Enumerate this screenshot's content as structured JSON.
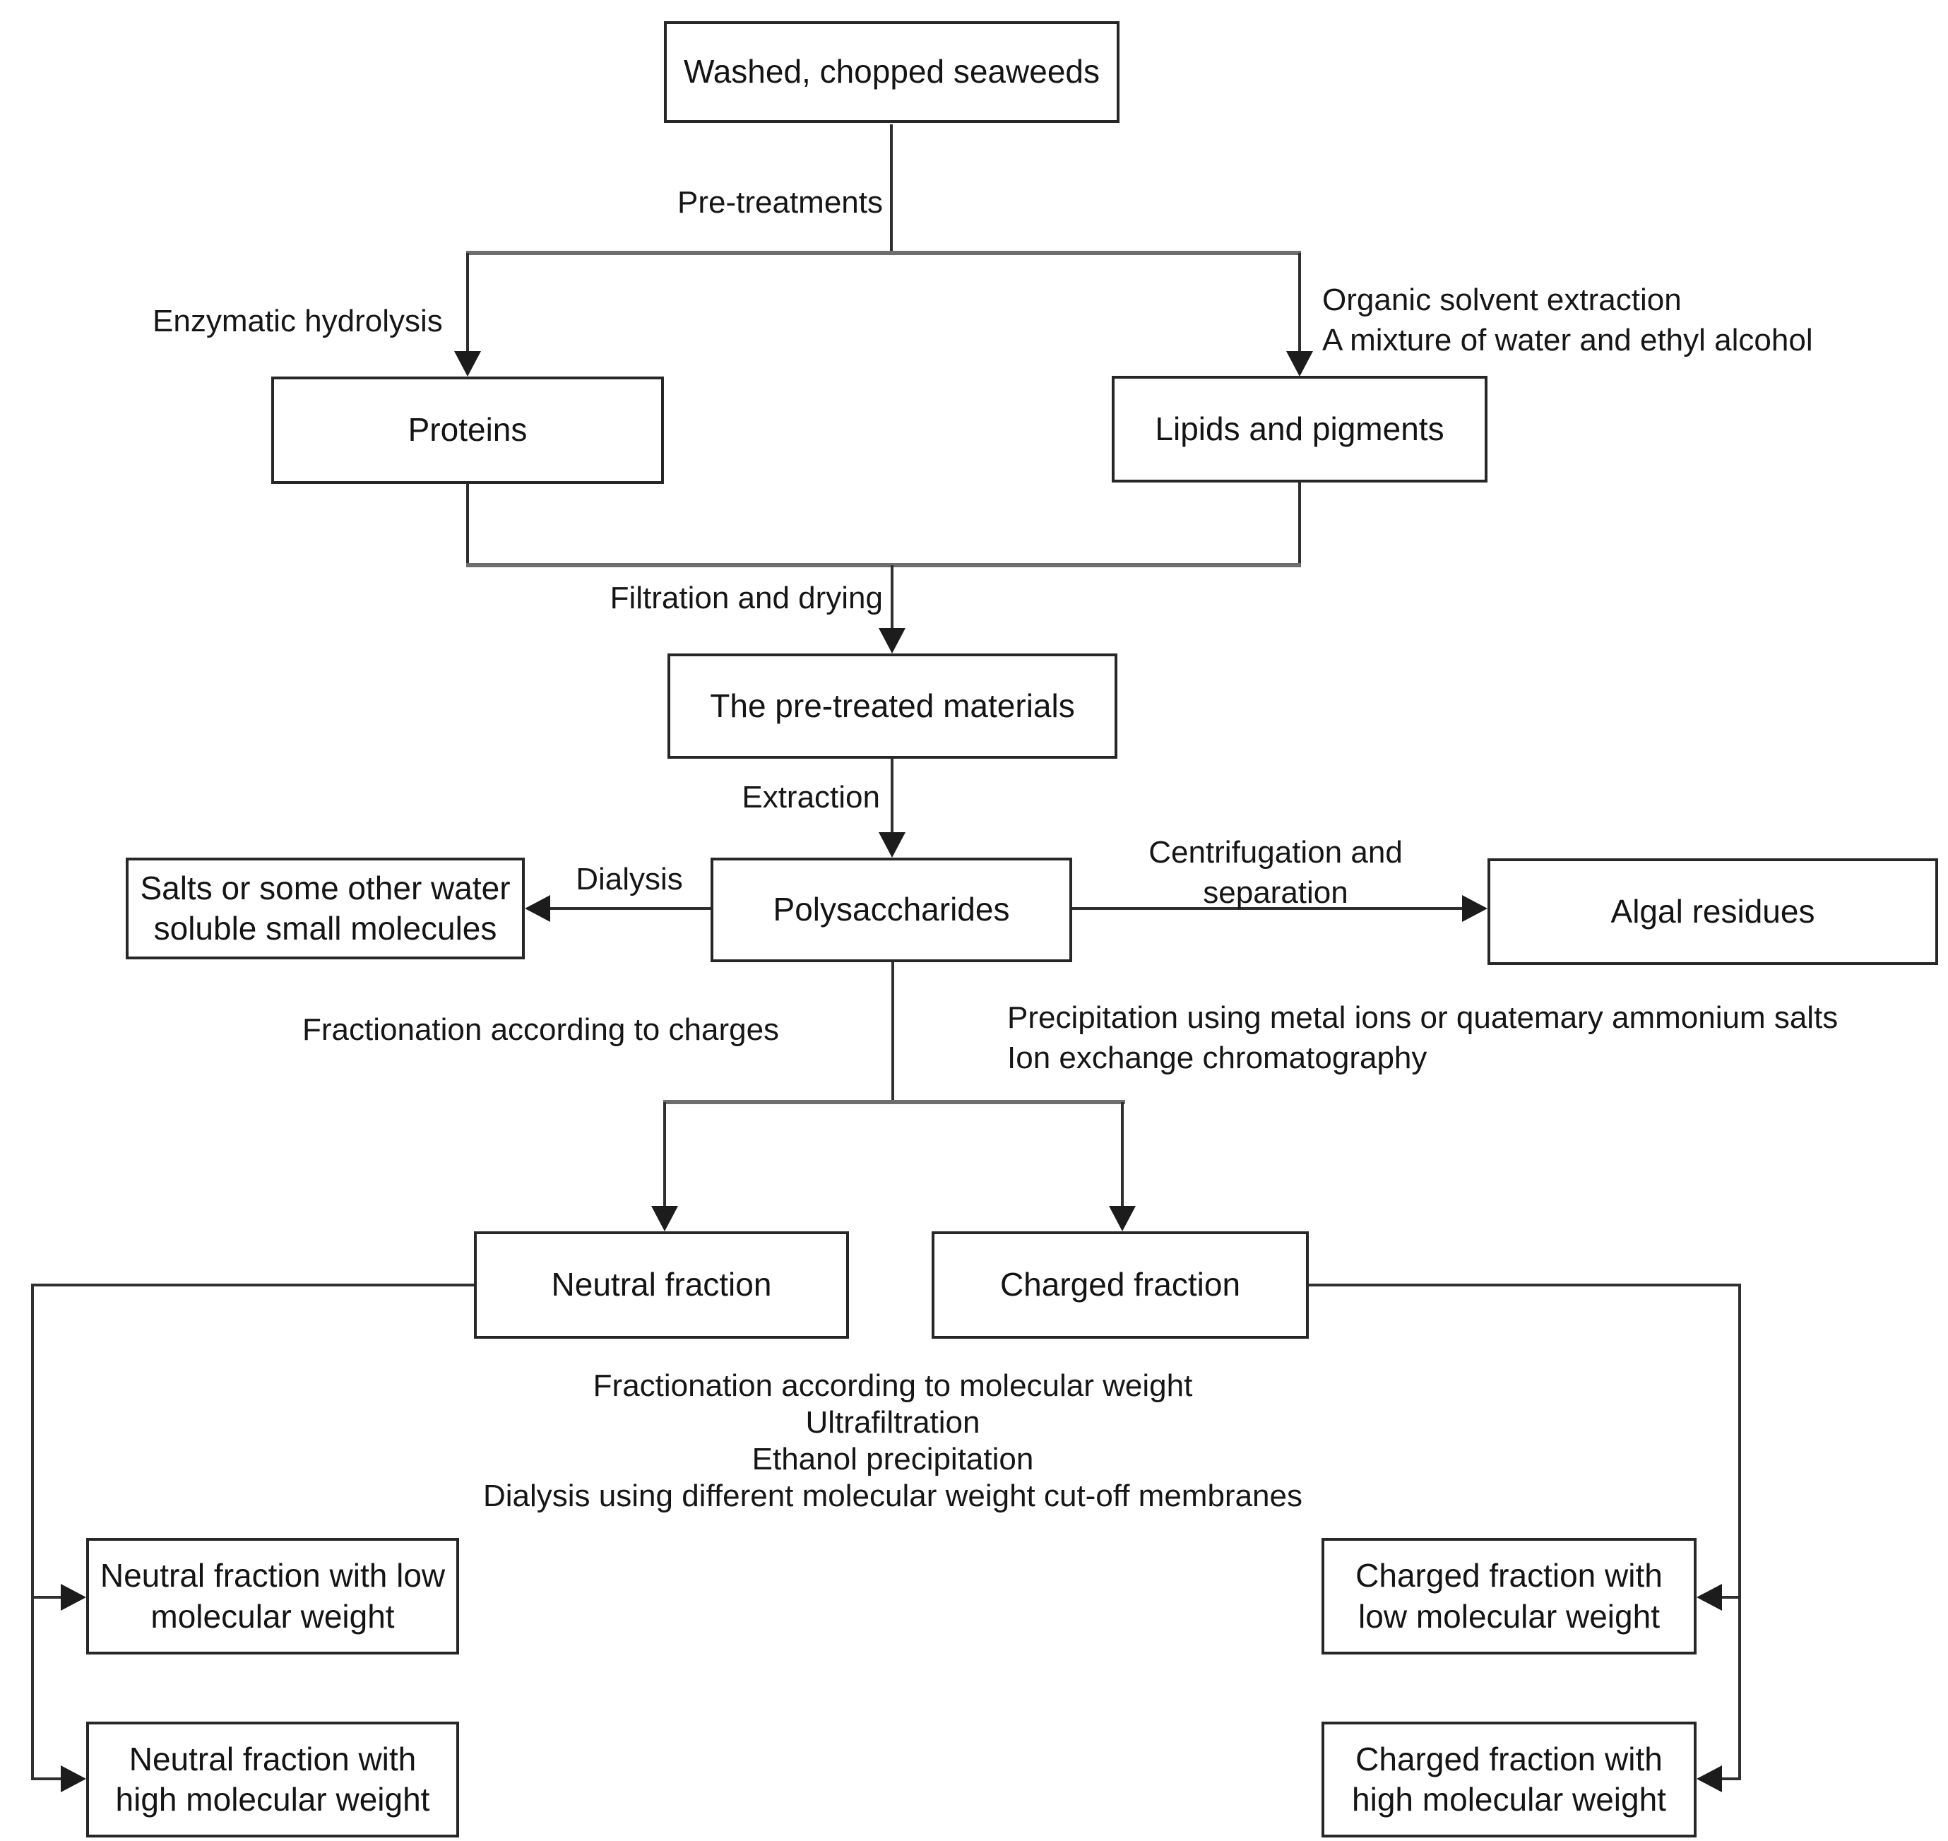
{
  "diagram": {
    "title": "Seaweed polysaccharide extraction and fractionation flowchart",
    "colors": {
      "line": "#2f2f2f",
      "text": "#161616",
      "background": "#ffffff",
      "box_border": "#272727"
    },
    "nodes": {
      "washed": "Washed, chopped seaweeds",
      "proteins": "Proteins",
      "lipids": "Lipids and pigments",
      "pretreated": "The pre-treated materials",
      "salts": "Salts or some other water soluble small molecules",
      "polysaccharides": "Polysaccharides",
      "algal": "Algal residues",
      "neutral": "Neutral fraction",
      "charged": "Charged fraction",
      "neutral_low": "Neutral fraction with low molecular weight",
      "neutral_high": "Neutral fraction with high molecular weight",
      "charged_low": "Charged fraction with low molecular weight",
      "charged_high": "Charged fraction with high molecular weight"
    },
    "labels": {
      "pretreatments": "Pre-treatments",
      "enzymatic": "Enzymatic hydrolysis",
      "organic_line1": "Organic solvent extraction",
      "organic_line2": "A mixture of water and ethyl alcohol",
      "filtration": "Filtration and drying",
      "extraction": "Extraction",
      "dialysis": "Dialysis",
      "centrifugation_line1": "Centrifugation and",
      "centrifugation_line2": "separation",
      "frac_charges": "Fractionation according to charges",
      "precipitation_line1": "Precipitation using metal ions or quatemary ammonium salts",
      "precipitation_line2": "Ion exchange chromatography",
      "frac_mw_line1": "Fractionation according to molecular weight",
      "frac_mw_line2": "Ultrafiltration",
      "frac_mw_line3": "Ethanol precipitation",
      "frac_mw_line4": "Dialysis using different molecular weight cut-off membranes"
    }
  }
}
